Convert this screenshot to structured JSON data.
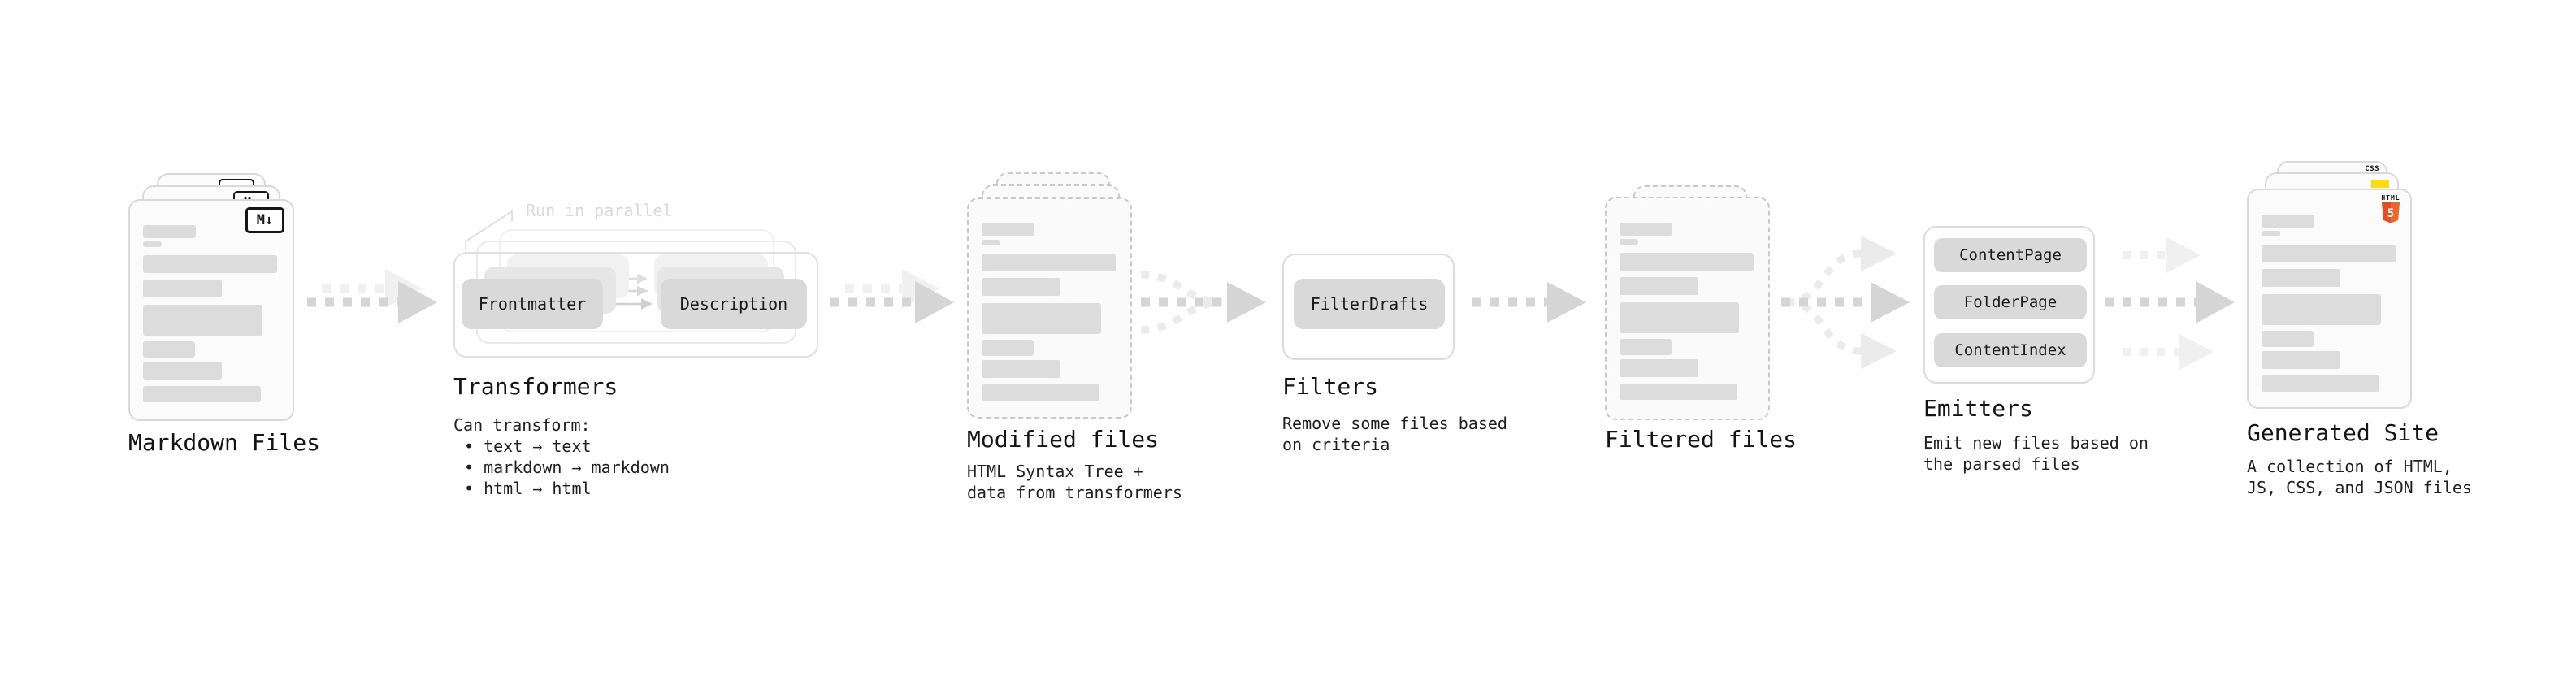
{
  "stages": {
    "markdown_files": {
      "label": "Markdown Files",
      "badge": "M↓"
    },
    "transformers": {
      "label": "Transformers",
      "callout": "Run in parallel",
      "pill_left": "Frontmatter",
      "pill_right": "Description",
      "desc_lines": [
        "Can transform:",
        "• text → text",
        "• markdown → markdown",
        "• html → html"
      ]
    },
    "modified_files": {
      "label": "Modified files",
      "desc_lines": [
        "HTML Syntax Tree +",
        "data from transformers"
      ]
    },
    "filters": {
      "label": "Filters",
      "pill": "FilterDrafts",
      "desc_lines": [
        "Remove some files based",
        "on criteria"
      ]
    },
    "filtered_files": {
      "label": "Filtered files"
    },
    "emitters": {
      "label": "Emitters",
      "pills": [
        "ContentPage",
        "FolderPage",
        "ContentIndex"
      ],
      "desc_lines": [
        "Emit new files based on",
        "the parsed files"
      ]
    },
    "generated_site": {
      "label": "Generated Site",
      "badge_css": "CSS",
      "badge_html": "HTML",
      "badge_html_number": "5",
      "desc_lines": [
        "A collection of HTML,",
        "JS, CSS, and JSON files"
      ]
    }
  },
  "colors": {
    "background": "#ffffff",
    "card_fill": "#fbfbfb",
    "card_border": "#d9d9d9",
    "dashed_border": "#c9c9c9",
    "skeleton": "#dcdcdc",
    "pill_fill": "#d9d9d9",
    "arrow": "#d5d5d5",
    "arrow_faded": "#f0f0f0",
    "heading_text": "#141414",
    "callout_text": "#d9d9d9",
    "markdown_badge": "#161616",
    "html5_orange": "#e44d26",
    "js_yellow": "#ffdd00",
    "css_blue": "#2f6bff"
  }
}
